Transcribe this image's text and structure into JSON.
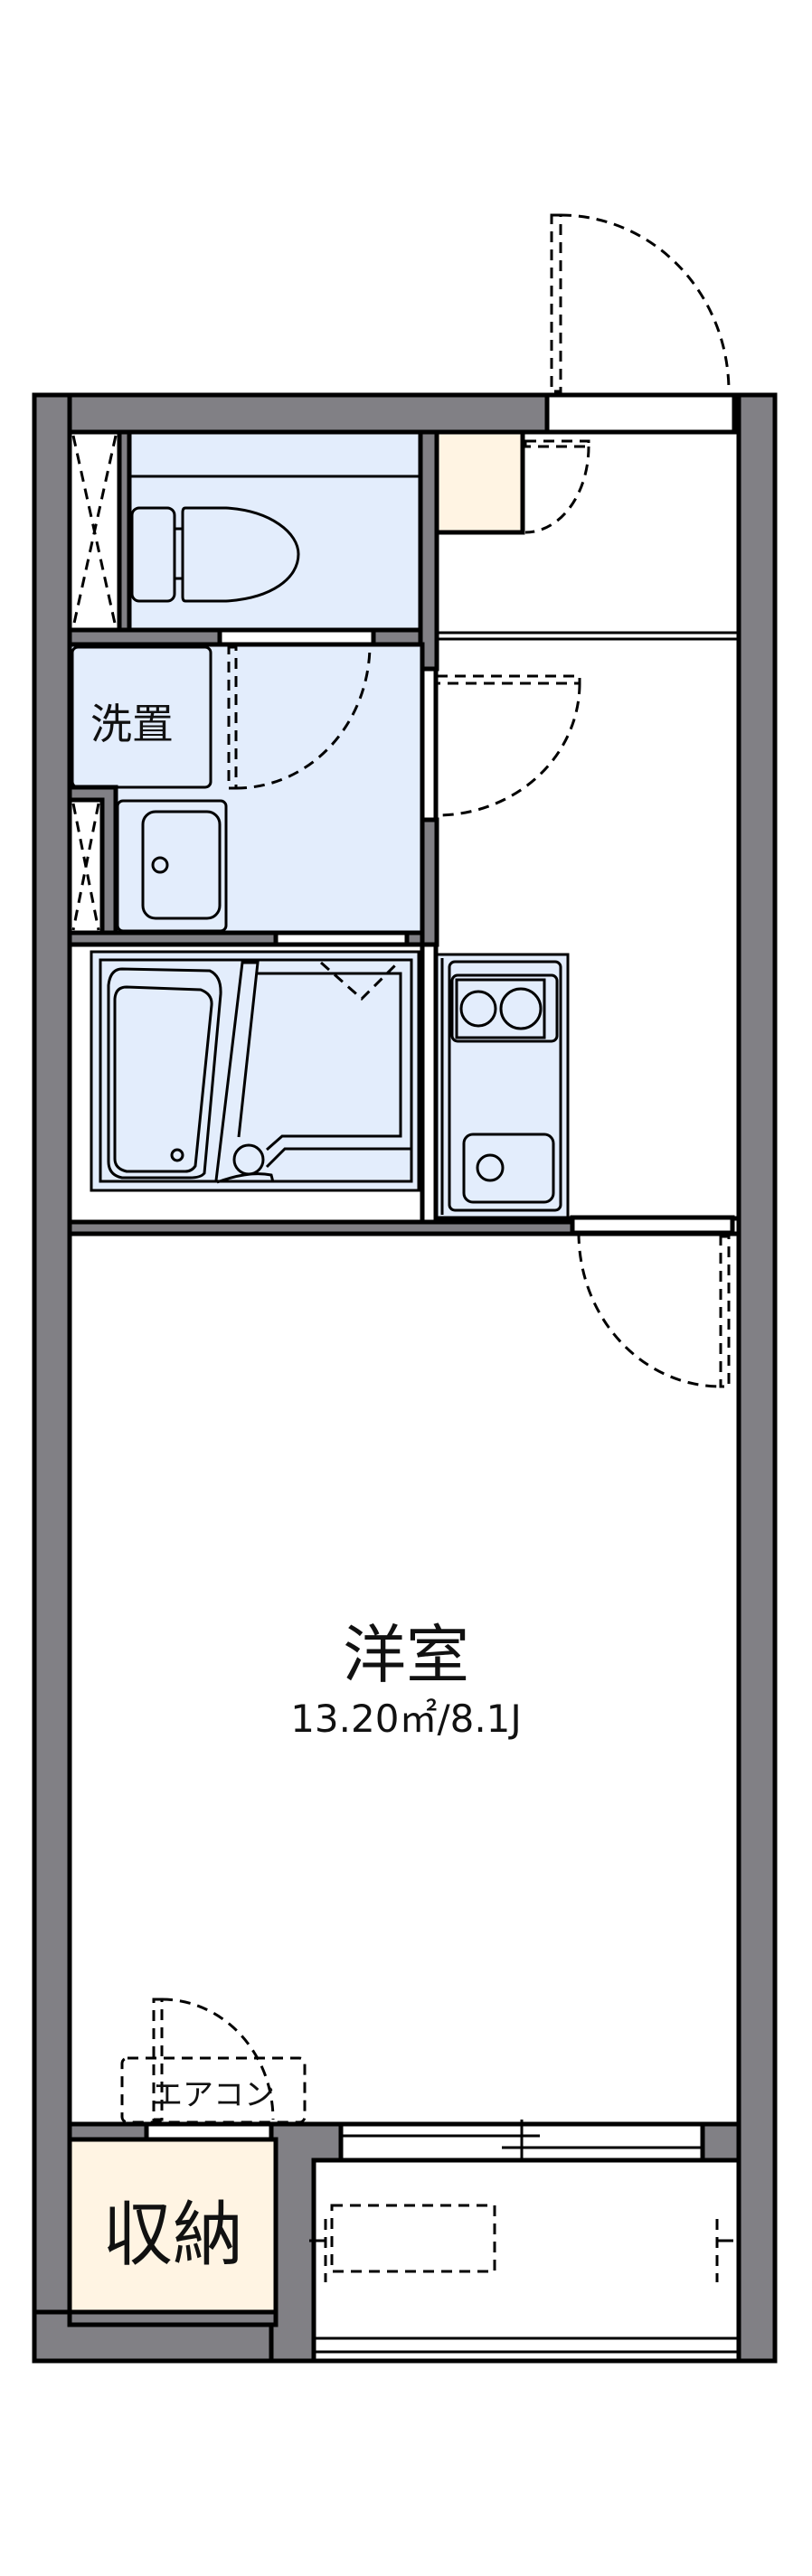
{
  "floorplan": {
    "rooms": {
      "laundry": {
        "label": "洗置"
      },
      "western_room": {
        "label": "洋室",
        "area": "13.20㎡/8.1J"
      },
      "air_conditioner": {
        "label": "エアコン"
      },
      "storage": {
        "label": "収納"
      }
    },
    "colors": {
      "wall": "#818085",
      "wet_area": "#e3edfc",
      "storage": "#fff4e3",
      "floor": "#ffffff",
      "line": "#000000"
    }
  }
}
